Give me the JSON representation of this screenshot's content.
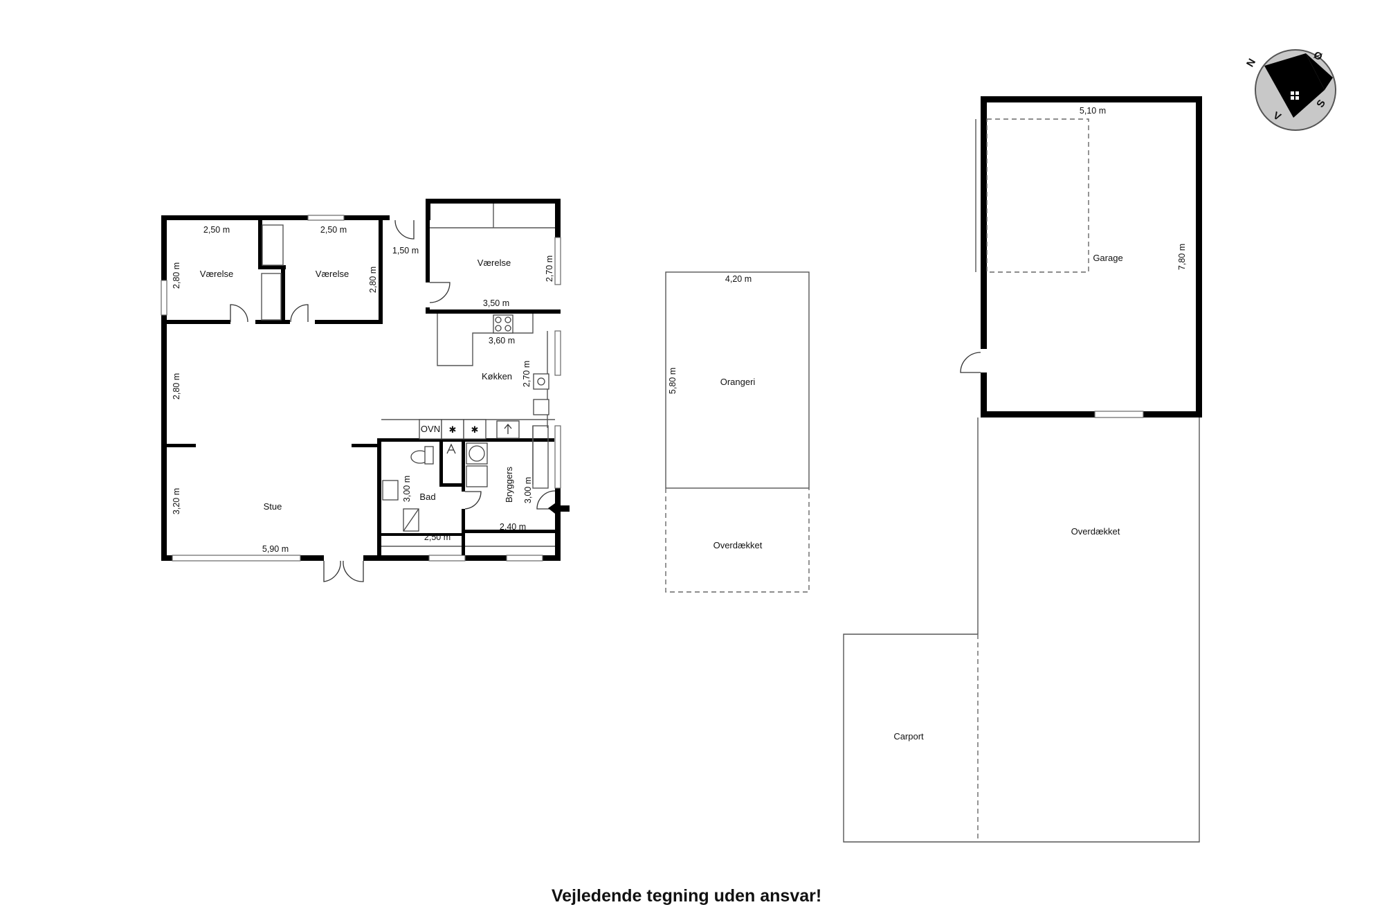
{
  "house": {
    "rooms": {
      "vaerelse_1": "Værelse",
      "vaerelse_2": "Værelse",
      "vaerelse_3": "Værelse",
      "koekken": "Køkken",
      "stue": "Stue",
      "bad": "Bad",
      "bryggers": "Bryggers"
    },
    "dims": {
      "v1_w": "2,50 m",
      "v1_h": "2,80 m",
      "v2_w": "2,50 m",
      "v2_h": "2,80 m",
      "entry": "1,50 m",
      "v3_h": "2,70 m",
      "v3_w": "3,50 m",
      "k_w": "3,60 m",
      "k_h": "2,70 m",
      "stue_h1": "2,80 m",
      "stue_h2": "3,20 m",
      "stue_w": "5,90 m",
      "bad_h": "3,00 m",
      "bad_w": "2,50 m",
      "bry_h": "3,00 m",
      "bry_w": "2,40 m"
    },
    "appliance": {
      "oven": "OVN"
    }
  },
  "orangeri": {
    "rooms": {
      "orangeri": "Orangeri",
      "overdaekket": "Overdækket"
    },
    "dims": {
      "w": "4,20 m",
      "h": "5,80 m"
    }
  },
  "garage": {
    "rooms": {
      "garage": "Garage",
      "overdaekket": "Overdækket",
      "carport": "Carport"
    },
    "dims": {
      "w": "5,10 m",
      "h": "7,80 m"
    }
  },
  "compass": {
    "n": "N",
    "o": "Ø",
    "s": "S",
    "v": "V"
  },
  "caption": "Vejledende tegning uden ansvar!"
}
